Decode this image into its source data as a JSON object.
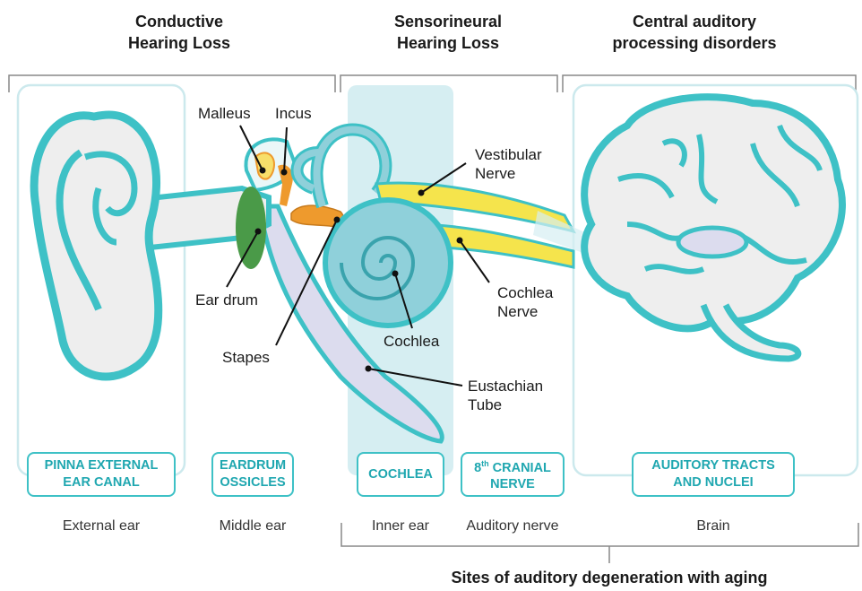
{
  "headers": {
    "conductive": [
      "Conductive",
      "Hearing Loss"
    ],
    "sensorineural": [
      "Sensorineural",
      "Hearing Loss"
    ],
    "central": [
      "Central auditory",
      "processing disorders"
    ]
  },
  "labels": {
    "malleus": "Malleus",
    "incus": "Incus",
    "vestibular": [
      "Vestibular",
      "Nerve"
    ],
    "ear_drum": "Ear drum",
    "cochlea_nerve": [
      "Cochlea",
      "Nerve"
    ],
    "stapes": "Stapes",
    "cochlea": "Cochlea",
    "eustachian": [
      "Eustachian",
      "Tube"
    ]
  },
  "boxes": {
    "pinna": [
      "PINNA EXTERNAL",
      "EAR CANAL"
    ],
    "eardrum": [
      "EARDRUM",
      "OSSICLES"
    ],
    "cochlea": [
      "COCHLEA"
    ],
    "cranial_prefix": "8",
    "cranial_sup": "th",
    "cranial_rest": " CRANIAL",
    "cranial_line2": "NERVE",
    "tracts": [
      "AUDITORY TRACTS",
      "AND NUCLEI"
    ]
  },
  "regions": {
    "external": "External ear",
    "middle": "Middle ear",
    "inner": "Inner ear",
    "nerve": "Auditory nerve",
    "brain": "Brain"
  },
  "footer": "Sites of auditory degeneration with aging",
  "colors": {
    "teal": "#3ec1c6",
    "teal_light": "#d6eef2",
    "cochlea_fill": "#8fd0da",
    "eardrum": "#4a9a48",
    "ossicle_yellow": "#f7df6a",
    "ossicle_orange": "#ee9a2d",
    "nerve_yellow": "#f5e44c",
    "tube_lavender": "#dcdcee"
  }
}
